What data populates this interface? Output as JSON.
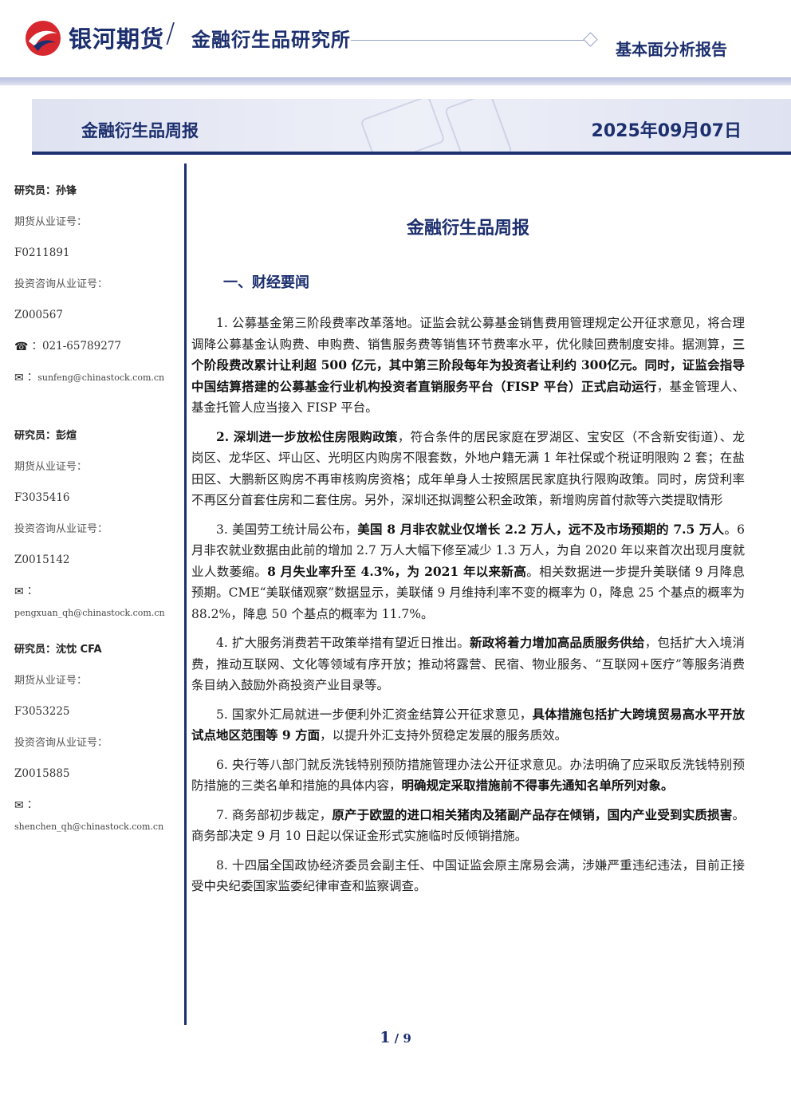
{
  "header": {
    "brand": "银河期货",
    "slash": "/",
    "institute": "金融衍生品研究所",
    "report_type": "基本面分析报告"
  },
  "banner": {
    "title": "金融衍生品周报",
    "date": "2025年09月07日"
  },
  "analysts": [
    {
      "name": "研究员：孙锋",
      "futures_label": "期货从业证号：",
      "futures_id": "F0211891",
      "invest_label": "投资咨询从业证号：",
      "invest_id": "Z000567",
      "phone": "021-65789277",
      "email": "sunfeng@chinastock.com.cn"
    },
    {
      "name": "研究员：彭煊",
      "futures_label": "期货从业证号：",
      "futures_id": "F3035416",
      "invest_label": "投资咨询从业证号：",
      "invest_id": "Z0015142",
      "email": "pengxuan_qh@chinastock.com.cn"
    },
    {
      "name": "研究员：沈忱 CFA",
      "futures_label": "期货从业证号：",
      "futures_id": "F3053225",
      "invest_label": "投资咨询从业证号：",
      "invest_id": "Z0015885",
      "email": "shenchen_qh@chinastock.com.cn"
    }
  ],
  "icons": {
    "phone": "phone-icon",
    "email": "email-icon",
    "logo": "galaxy-logo-icon"
  },
  "colors": {
    "brand_navy": "#1c2f6e",
    "logo_red": "#d7282f"
  },
  "main": {
    "title": "金融衍生品周报",
    "section1": "一、财经要闻",
    "items": [
      [
        {
          "t": "1. 公募基金第三阶段费率改革落地。证监会就公募基金销售费用管理规定公开征求意见，将合理调降公募基金认购费、申购费、销售服务费等销售环节费率水平，优化赎回费制度安排。据测算，"
        },
        {
          "t": "三个阶段费改累计让利超 500 亿元，其中第三阶段每年为投资者让利约 300亿元。同时，证监会指导中国结算搭建的公募基金行业机构投资者直销服务平台（FISP 平台）正式启动运行",
          "b": true
        },
        {
          "t": "，基金管理人、基金托管人应当接入 FISP 平台。"
        }
      ],
      [
        {
          "t": "2. 深圳进一步放松住房限购政策",
          "b": true
        },
        {
          "t": "，符合条件的居民家庭在罗湖区、宝安区（不含新安街道）、龙岗区、龙华区、坪山区、光明区内购房不限套数，外地户籍无满 1 年社保或个税证明限购 2 套；在盐田区、大鹏新区购房不再审核购房资格；成年单身人士按照居民家庭执行限购政策。同时，房贷利率不再区分首套住房和二套住房。另外，深圳还拟调整公积金政策，新增购房首付款等六类提取情形"
        }
      ],
      [
        {
          "t": "3. 美国劳工统计局公布，"
        },
        {
          "t": "美国 8 月非农就业仅增长 2.2 万人，远不及市场预期的 7.5 万人",
          "b": true
        },
        {
          "t": "。6 月非农就业数据由此前的增加 2.7 万人大幅下修至减少 1.3 万人，为自 2020 年以来首次出现月度就业人数萎缩。"
        },
        {
          "t": "8 月失业率升至 4.3%，为 2021 年以来新高",
          "b": true
        },
        {
          "t": "。相关数据进一步提升美联储 9 月降息预期。CME“美联储观察”数据显示，美联储 9 月维持利率不变的概率为 0，降息 25 个基点的概率为 88.2%，降息 50 个基点的概率为 11.7%。"
        }
      ],
      [
        {
          "t": "4. 扩大服务消费若干政策举措有望近日推出。"
        },
        {
          "t": "新政将着力增加高品质服务供给",
          "b": true
        },
        {
          "t": "，包括扩大入境消费，推动互联网、文化等领域有序开放；推动将露营、民宿、物业服务、“互联网+医疗”等服务消费条目纳入鼓励外商投资产业目录等。"
        }
      ],
      [
        {
          "t": "5. 国家外汇局就进一步便利外汇资金结算公开征求意见，"
        },
        {
          "t": "具体措施包括扩大跨境贸易高水平开放试点地区范围等 9 方面",
          "b": true
        },
        {
          "t": "，以提升外汇支持外贸稳定发展的服务质效。"
        }
      ],
      [
        {
          "t": "6. 央行等八部门就反洗钱特别预防措施管理办法公开征求意见。办法明确了应采取反洗钱特别预防措施的三类名单和措施的具体内容，"
        },
        {
          "t": "明确规定采取措施前不得事先通知名单所列对象。",
          "b": true
        }
      ],
      [
        {
          "t": "7. 商务部初步裁定，"
        },
        {
          "t": "原产于欧盟的进口相关猪肉及猪副产品存在倾销，国内产业受到实质损害",
          "b": true
        },
        {
          "t": "。商务部决定 9 月 10 日起以保证金形式实施临时反倾销措施。"
        }
      ],
      [
        {
          "t": "8. 十四届全国政协经济委员会副主任、中国证监会原主席易会满，涉嫌严重违纪违法，目前正接受中央纪委国家监委纪律审查和监察调查。"
        }
      ]
    ]
  },
  "pager": {
    "current": "1",
    "sep": " / ",
    "total": "9"
  }
}
